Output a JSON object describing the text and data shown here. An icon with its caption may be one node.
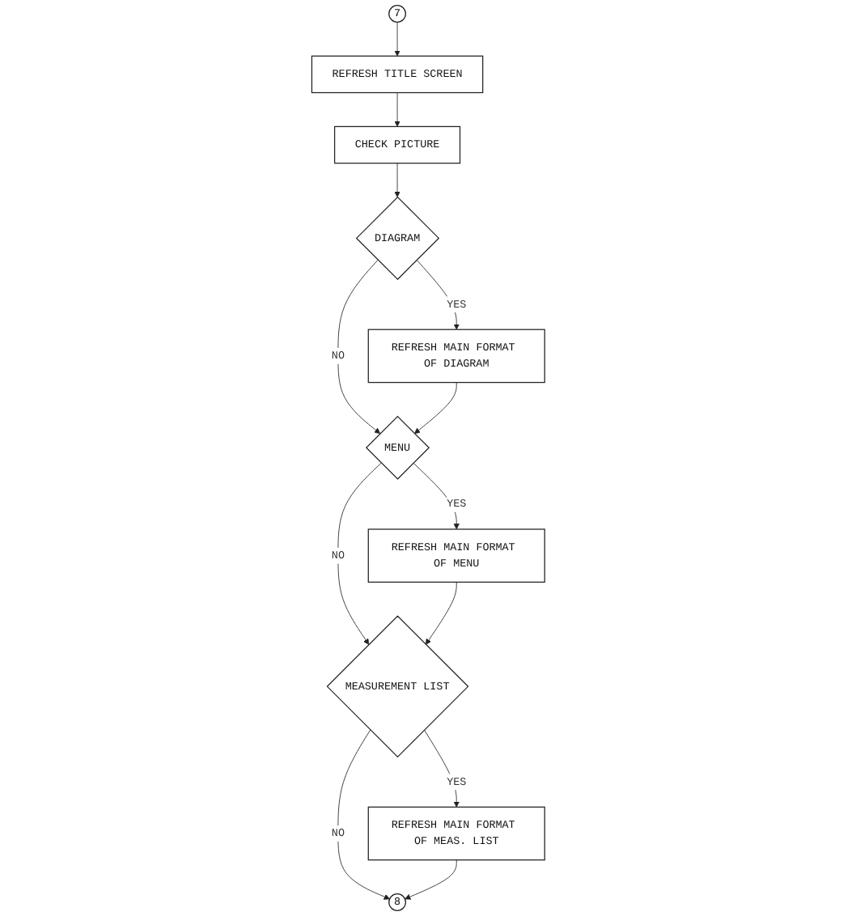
{
  "diagram": {
    "nodes": [
      {
        "text": [
          "7"
        ]
      },
      {
        "text": [
          "REFRESH TITLE SCREEN"
        ]
      },
      {
        "text": [
          "CHECK PICTURE"
        ]
      },
      {
        "text": [
          "DIAGRAM"
        ]
      },
      {
        "text": [
          "REFRESH MAIN FORMAT OF DIAGRAM"
        ]
      },
      {
        "text": [
          "MENU"
        ]
      },
      {
        "text": [
          "REFRESH MAIN FORMAT OF MENU"
        ]
      },
      {
        "text": [
          "MEASUREMENT LIST"
        ]
      },
      {
        "text": [
          "REFRESH MAIN FORMAT OF MEAS. LIST"
        ]
      },
      {
        "text": [
          "8"
        ]
      }
    ],
    "edges": [
      {
        "from": 0,
        "to": 1,
        "arrow": "to"
      },
      {
        "from": 1,
        "to": 2,
        "arrow": "to"
      },
      {
        "from": 2,
        "to": 3,
        "arrow": "to"
      },
      {
        "from": 3,
        "to": 4,
        "arrow": "to",
        "label": "YES"
      },
      {
        "from": 3,
        "to": 5,
        "arrow": "to",
        "label": "NO"
      },
      {
        "from": 4,
        "to": 5,
        "arrow": "to"
      },
      {
        "from": 5,
        "to": 6,
        "arrow": "to",
        "label": "YES"
      },
      {
        "from": 5,
        "to": 7,
        "arrow": "to",
        "label": "NO"
      },
      {
        "from": 6,
        "to": 7,
        "arrow": "to"
      },
      {
        "from": 7,
        "to": 8,
        "arrow": "to",
        "label": "YES"
      },
      {
        "from": 7,
        "to": 9,
        "arrow": "to",
        "label": "NO"
      },
      {
        "from": 8,
        "to": 9,
        "arrow": "to"
      }
    ]
  }
}
